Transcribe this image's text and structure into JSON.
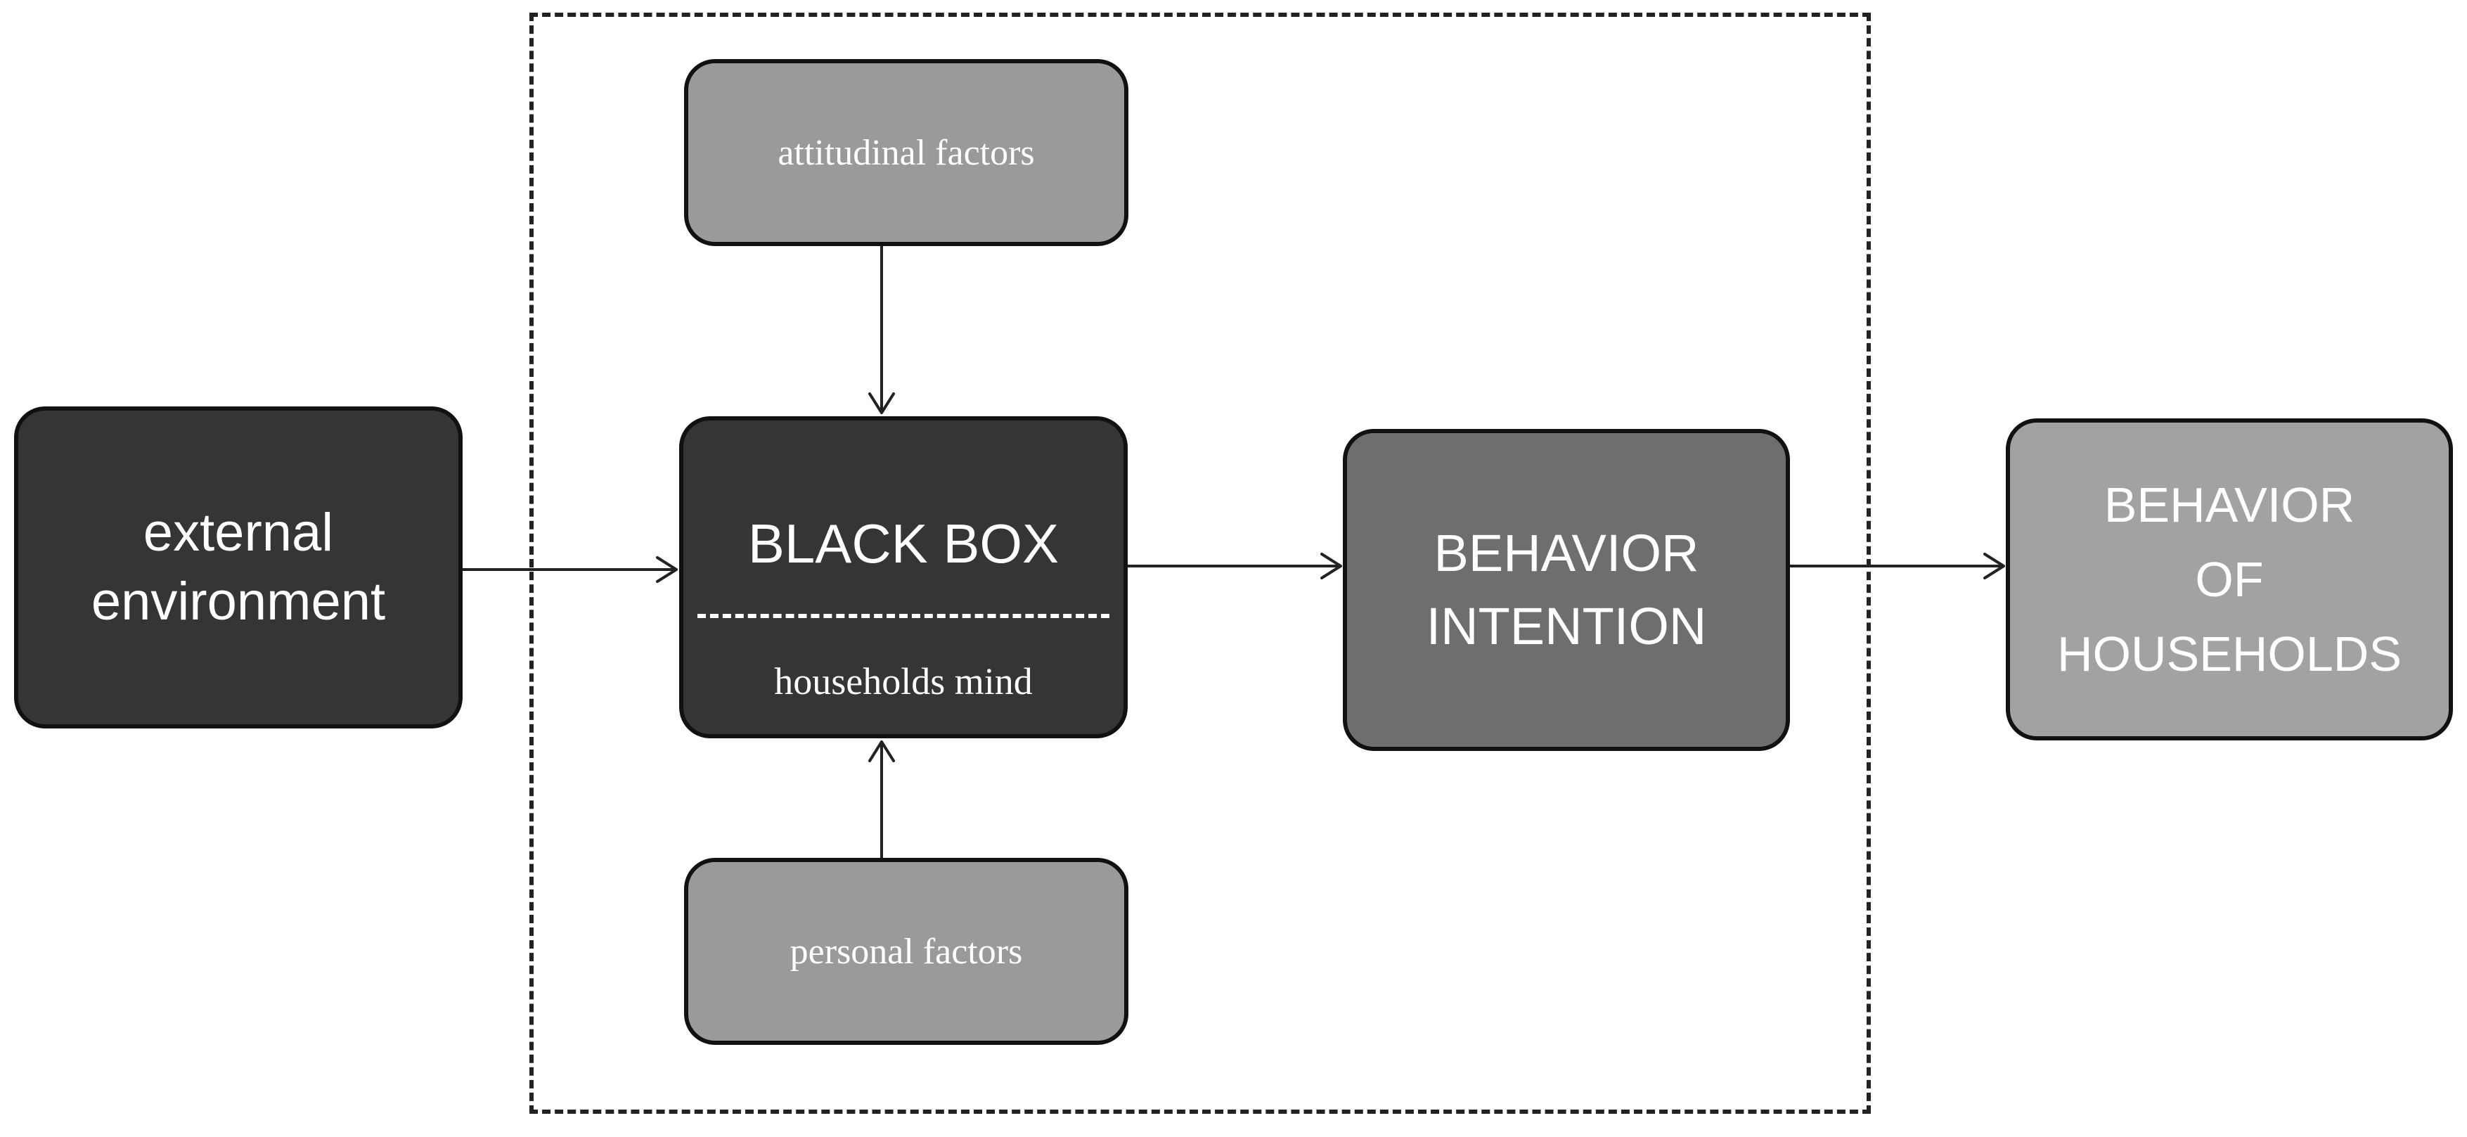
{
  "nodes": {
    "external": {
      "line1": "external",
      "line2": "environment"
    },
    "attitudinal": {
      "label": "attitudinal factors"
    },
    "blackbox": {
      "title": "BLACK BOX",
      "subtitle": "households mind"
    },
    "personal": {
      "label": "personal factors"
    },
    "intention": {
      "line1": "BEHAVIOR",
      "line2": "INTENTION"
    },
    "households": {
      "line1": "BEHAVIOR",
      "line2": "OF",
      "line3": "HOUSEHOLDS"
    }
  },
  "colors": {
    "dark_box": "#353535",
    "mid_box": "#6e6e6e",
    "light_box": "#a2a2a2",
    "factor_box": "#9a9a9a",
    "stroke": "#111111",
    "text": "#ffffff"
  }
}
